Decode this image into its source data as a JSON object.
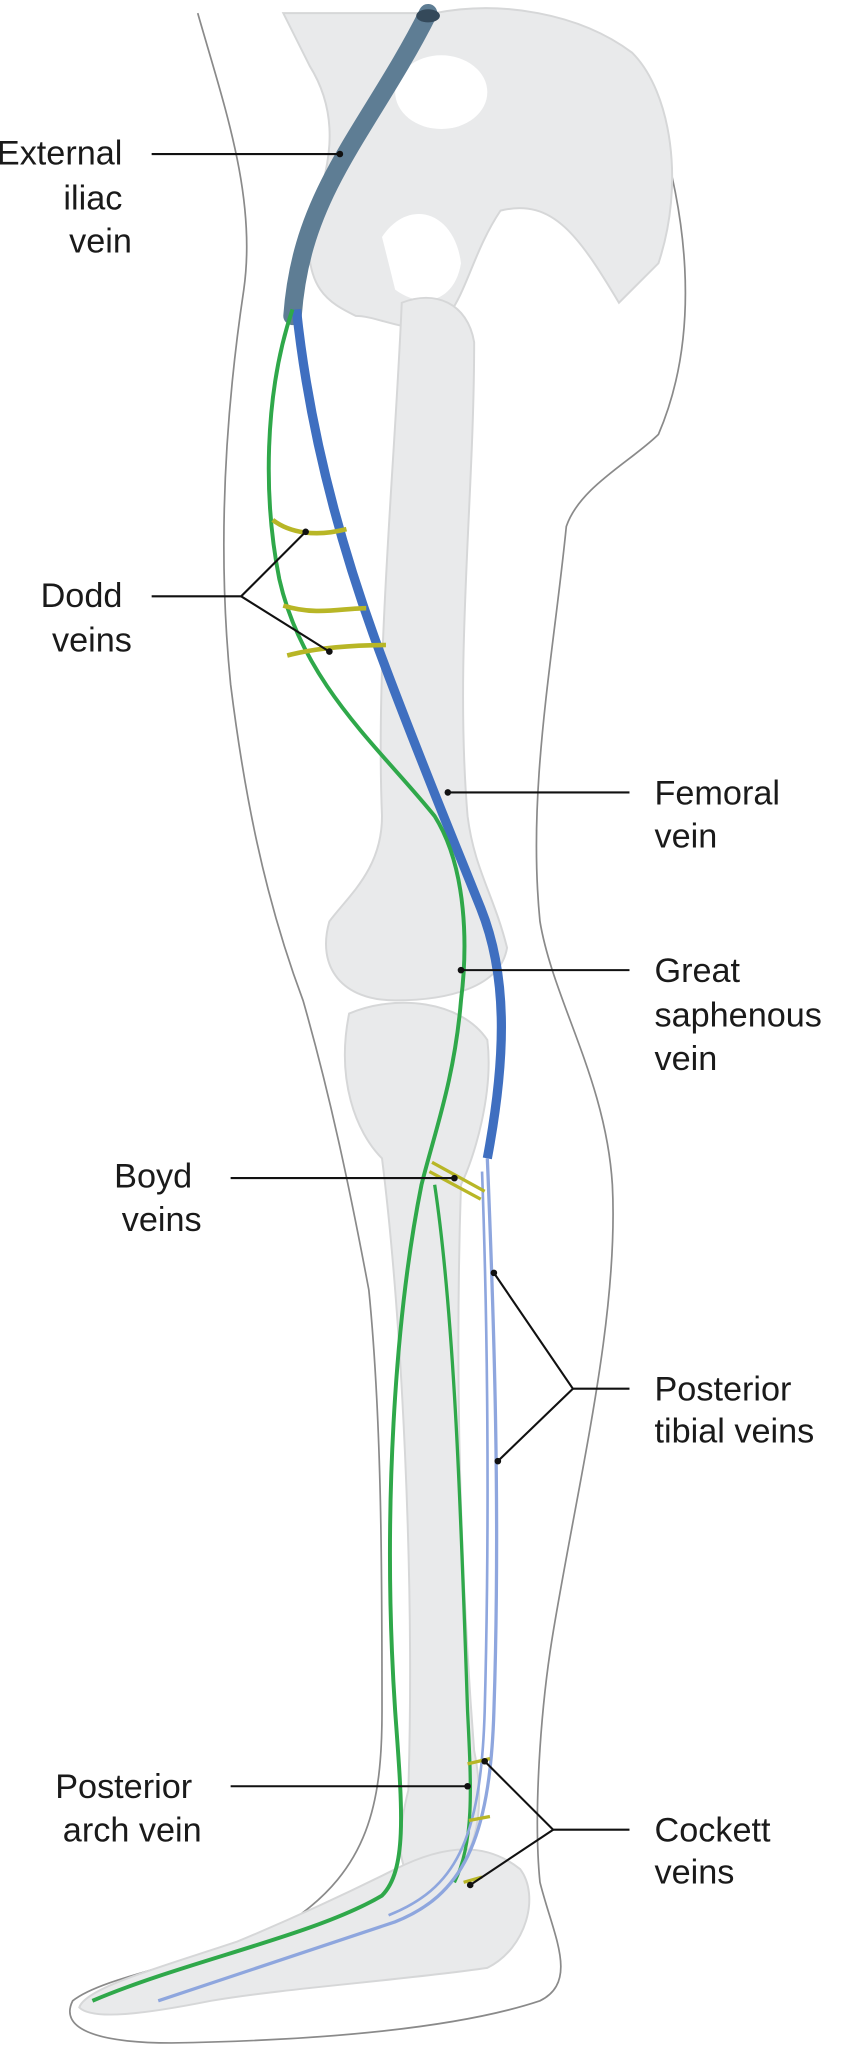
{
  "title": "Venous system of the leg",
  "colors": {
    "deep_vein": "#3f6fc0",
    "iliac_vein": "#5e7d94",
    "superficial_vein": "#2fa84a",
    "perforator_vein": "#b8b626",
    "tibial_vein": "#8ea6de",
    "bone": "#e9eaeb"
  },
  "labels": {
    "external_iliac": [
      "External",
      "iliac",
      "vein"
    ],
    "dodd": [
      "Dodd",
      "veins"
    ],
    "femoral": [
      "Femoral",
      "vein"
    ],
    "great_saphenous": [
      "Great",
      "saphenous",
      "vein"
    ],
    "boyd": [
      "Boyd",
      "veins"
    ],
    "posterior_tibial": [
      "Posterior",
      "tibial veins"
    ],
    "posterior_arch": [
      "Posterior",
      "arch vein"
    ],
    "cockett": [
      "Cockett",
      "veins"
    ]
  }
}
